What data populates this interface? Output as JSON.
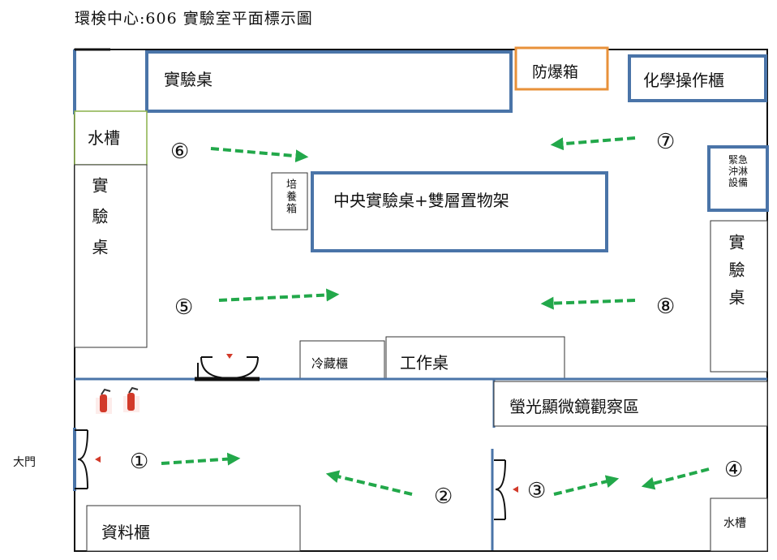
{
  "title": "環検中心:606 實驗室平面標示圖",
  "colors": {
    "wall_blue": "#4a74a8",
    "route_green": "#22a84a",
    "explosion_box_orange": "#e8913a",
    "sink_green": "#8ab04a",
    "outline": "#333333",
    "extinguisher_red": "#d23a2a"
  },
  "rooms": {
    "top_bench": "實驗桌",
    "explosion_proof_box": "防爆箱",
    "chemical_cabinet": "化學操作櫃",
    "sink_upper": "水槽",
    "left_bench": "實驗桌",
    "incubator": "培養箱",
    "central_bench": "中央實驗桌+雙層置物架",
    "emergency_shower": "緊急沖淋設備",
    "right_bench": "實驗桌",
    "refrigerator": "冷藏櫃",
    "work_bench": "工作桌",
    "microscope_area": "螢光顯微鏡觀察區",
    "main_door": "大門",
    "file_cabinet": "資料櫃",
    "sink_lower": "水槽"
  },
  "route": [
    {
      "label": "①",
      "order": 1
    },
    {
      "label": "②",
      "order": 2
    },
    {
      "label": "③",
      "order": 3
    },
    {
      "label": "④",
      "order": 4
    },
    {
      "label": "⑤",
      "order": 5
    },
    {
      "label": "⑥",
      "order": 6
    },
    {
      "label": "⑦",
      "order": 7
    },
    {
      "label": "⑧",
      "order": 8
    }
  ],
  "icons": {
    "door": "door-swing-icon",
    "extinguisher": "fire-extinguisher-icon",
    "arrow": "route-arrow-icon"
  }
}
